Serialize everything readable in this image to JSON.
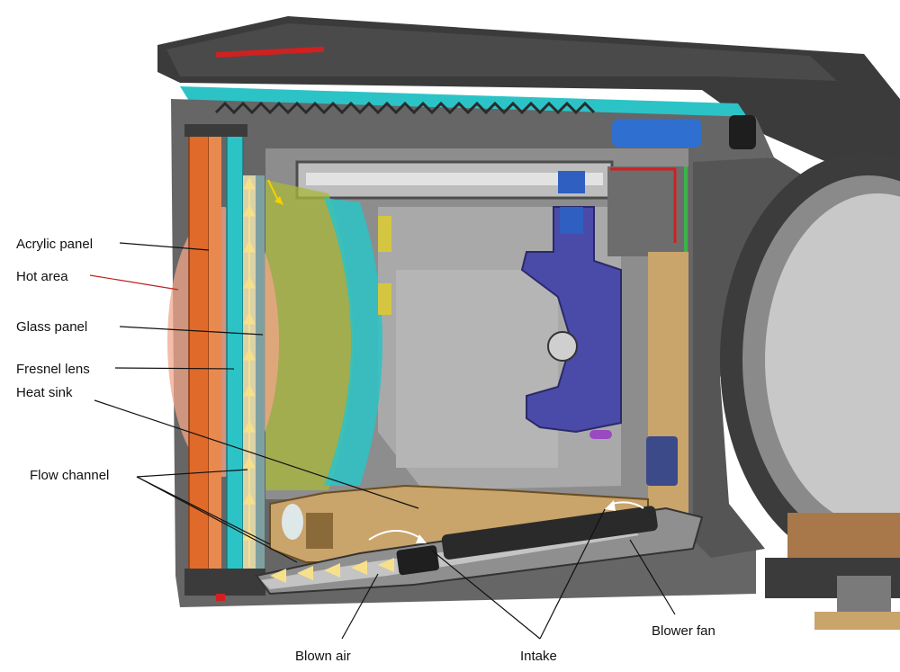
{
  "labels": {
    "acrylic_panel": "Acrylic panel",
    "hot_area": "Hot area",
    "glass_panel": "Glass panel",
    "fresnel_lens": "Fresnel lens",
    "heat_sink": "Heat sink",
    "flow_channel": "Flow channel",
    "blown_air": "Blown air",
    "intake": "Intake",
    "blower_fan": "Blower fan"
  },
  "colors": {
    "housing_dark": "#3a3a3a",
    "housing_mid": "#5b5b5b",
    "housing_light": "#9a9a9a",
    "acrylic": "#e06a2a",
    "hot_area": "#f2a58a",
    "glass": "#2cc3c7",
    "lens": "#a9b83c",
    "heat_sink": "#c9a46b",
    "bracket": "#4a4aa8",
    "blue_part": "#2f6fd0",
    "air_arrows": "#f7e08a",
    "red_accent": "#d02020",
    "green_accent": "#3bb34a",
    "hot_leader": "#c02020"
  }
}
